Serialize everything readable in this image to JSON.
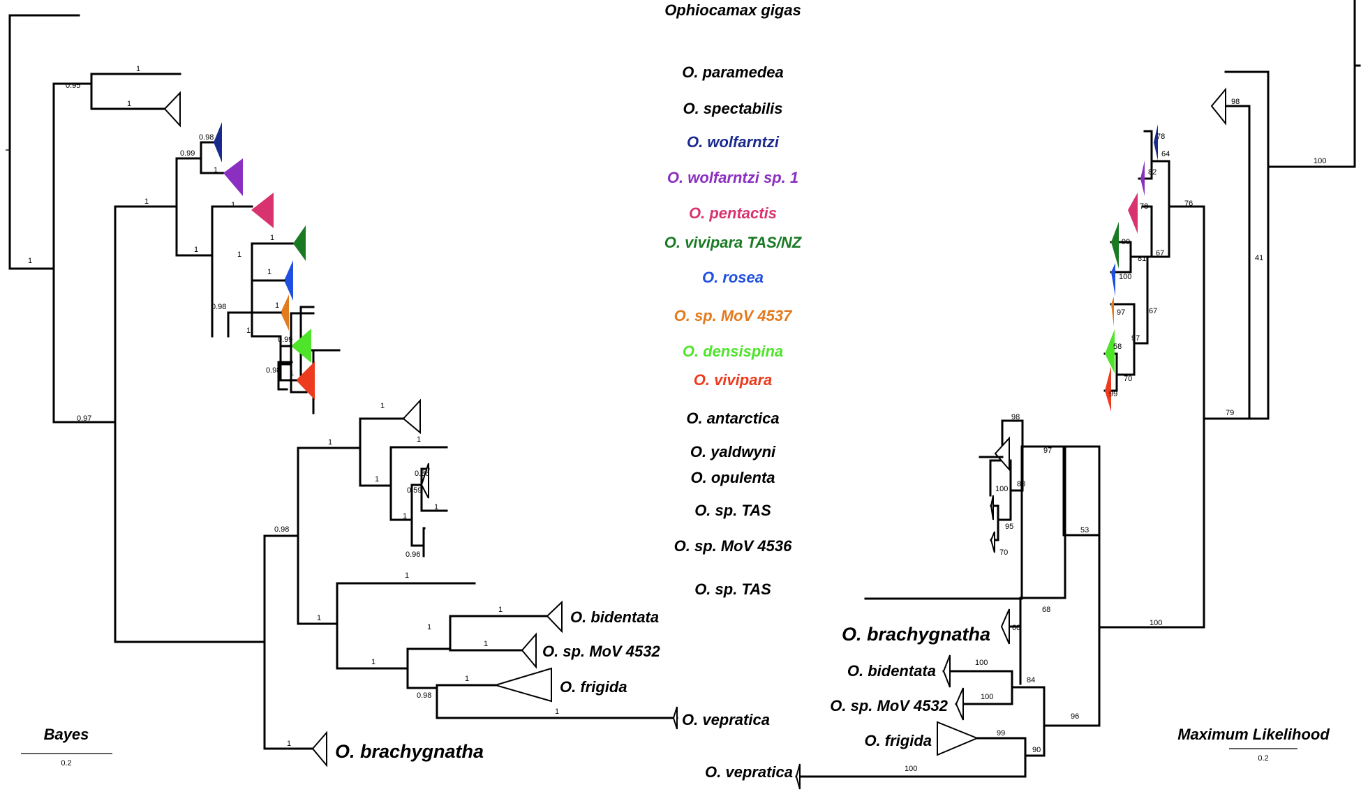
{
  "center_labels": {
    "outgroup": "Ophiocamax gigas",
    "paramedea": "O. paramedea",
    "spectabilis": "O. spectabilis",
    "wolfarntzi": "O. wolfarntzi",
    "wolfarntzi_sp1": "O. wolfarntzi sp. 1",
    "pentactis": "O. pentactis",
    "vivipara_tasnz": "O. vivipara TAS/NZ",
    "rosea": "O. rosea",
    "mov4537": "O. sp. MoV 4537",
    "densispina": "O. densispina",
    "vivipara": "O. vivipara",
    "antarctica": "O. antarctica",
    "yaldwyni": "O. yaldwyni",
    "opulenta": "O. opulenta",
    "sp_tas_1": "O. sp. TAS",
    "mov4536": "O. sp. MoV 4536",
    "sp_tas_2": "O. sp. TAS"
  },
  "bayes_labels": {
    "bidentata": "O. bidentata",
    "mov4532": "O. sp. MoV 4532",
    "frigida": "O. frigida",
    "vepratica": "O. vepratica",
    "brachygnatha": "O. brachygnatha"
  },
  "ml_labels": {
    "brachygnatha": "O. brachygnatha",
    "bidentata": "O. bidentata",
    "mov4532": "O. sp. MoV 4532",
    "frigida": "O. frigida",
    "vepratica": "O. vepratica"
  },
  "methods": {
    "left": "Bayes",
    "right": "Maximum Likelihood"
  },
  "scalebars": {
    "left": "0.2",
    "right": "0.2"
  },
  "colors": {
    "black": "#000000",
    "wolfarntzi": "#1a2a8c",
    "wolfarntzi_sp1": "#8a2fbf",
    "pentactis": "#d8336f",
    "vivipara_tasnz": "#1a7a24",
    "rosea": "#1f4fe0",
    "mov4537": "#e27a1e",
    "densispina": "#4ee42a",
    "vivipara": "#ec3b1e"
  },
  "bayes_support": {
    "s1": "1",
    "s2": "0.95",
    "s3": "1",
    "s4": "0.98",
    "s5": "0.99",
    "s6": "1",
    "s7": "1",
    "s8": "1",
    "s9": "1",
    "s10": "1",
    "s11": "1",
    "s12": "1",
    "s13": "0.98",
    "s14": "1",
    "s15": "1",
    "s16": "0.99",
    "s17": "0.98",
    "s18": "1",
    "s19": "1",
    "s20": "0.97",
    "s21": "1",
    "s22": "1",
    "s23": "1",
    "s24": "0.86",
    "s25": "0.59",
    "s26": "1",
    "s27": "1",
    "s28": "0.96",
    "s29": "0.98",
    "s30": "1",
    "s31": "1",
    "s32": "1",
    "s33": "1",
    "s34": "1",
    "s35": "1",
    "s36": "1",
    "s37": "0.98",
    "s38": "1",
    "s39": "1",
    "s40": "1"
  },
  "ml_support": {
    "m1": "98",
    "m2": "100",
    "m3": "41",
    "m4": "78",
    "m5": "64",
    "m6": "82",
    "m7": "76",
    "m8": "78",
    "m9": "67",
    "m10": "99",
    "m11": "81",
    "m12": "100",
    "m13": "67",
    "m14": "97",
    "m15": "97",
    "m16": "58",
    "m17": "70",
    "m18": "99",
    "m19": "79",
    "m20": "98",
    "m21": "97",
    "m22": "88",
    "m23": "100",
    "m24": "95",
    "m25": "70",
    "m26": "53",
    "m27": "68",
    "m28": "60",
    "m29": "100",
    "m30": "100",
    "m31": "100",
    "m32": "84",
    "m33": "99",
    "m34": "90",
    "m35": "96",
    "m36": "100"
  }
}
